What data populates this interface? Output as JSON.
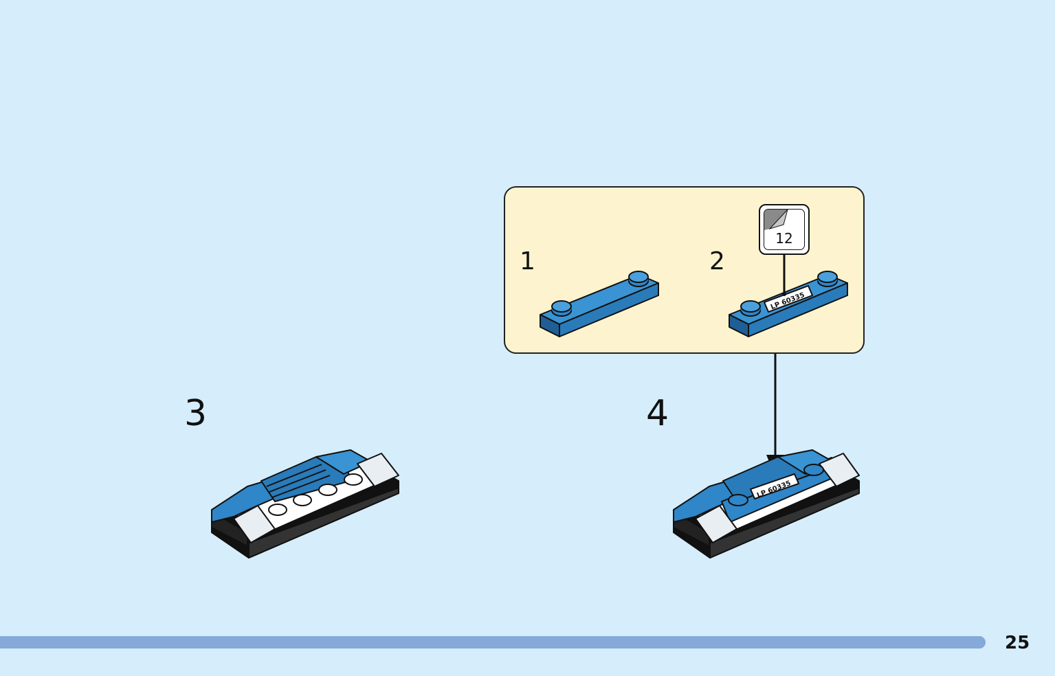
{
  "page_number": "25",
  "steps": {
    "main_left": "3",
    "main_right": "4"
  },
  "substeps": {
    "first": "1",
    "second": "2"
  },
  "sticker": {
    "number": "12",
    "plate_text": "LP 60335"
  },
  "colors": {
    "background": "#d6eefb",
    "callout": "#fdf4cf",
    "brick_blue": "#2f86c8",
    "progress_bar": "#85a9d8"
  }
}
